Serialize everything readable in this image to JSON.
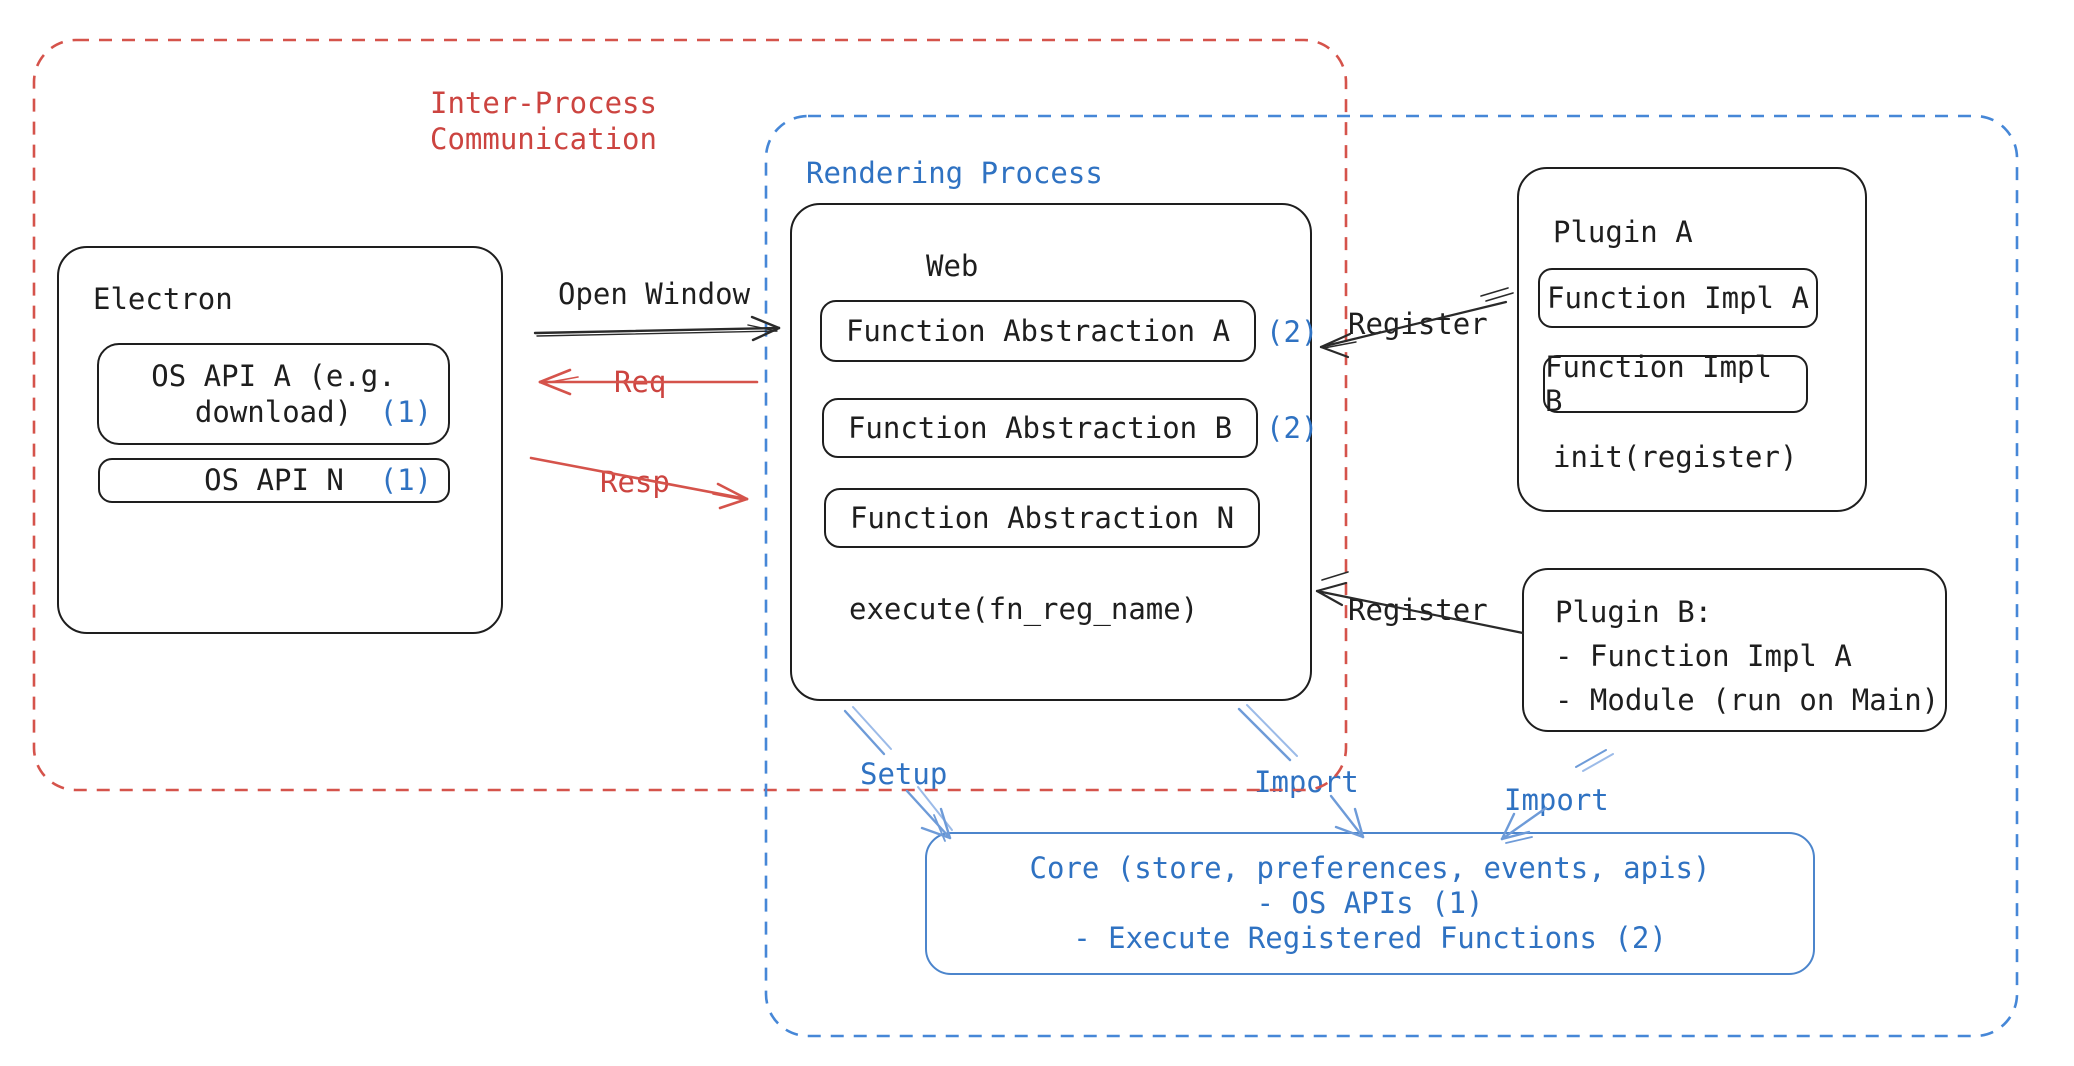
{
  "colors": {
    "ink": "#1e1e1e",
    "red": "#cc4440",
    "red_line": "#d5534b",
    "blue": "#2f72c2",
    "blue_border": "#4c85cc",
    "blue_dash": "#4687d7",
    "blue_arrow": "#6e9bd8"
  },
  "groups": {
    "ipc": {
      "label_line1": "Inter-Process",
      "label_line2": "Communication"
    },
    "rendering": {
      "label": "Rendering Process"
    }
  },
  "electron": {
    "title": "Electron",
    "os_api_a_line1": "OS API A (e.g.",
    "os_api_a_line2": "download)",
    "os_api_a_ref": "(1)",
    "os_api_n": "OS API N",
    "os_api_n_ref": "(1)"
  },
  "web": {
    "title": "Web",
    "fn_abs_a": "Function Abstraction A",
    "fn_abs_a_ref": "(2)",
    "fn_abs_b": "Function Abstraction B",
    "fn_abs_b_ref": "(2)",
    "fn_abs_n": "Function Abstraction N",
    "execute": "execute(fn_reg_name)"
  },
  "plugin_a": {
    "title": "Plugin A",
    "impl_a": "Function Impl A",
    "impl_b": "Function Impl B",
    "init": "init(register)"
  },
  "plugin_b": {
    "line1": "Plugin B:",
    "line2": "- Function Impl A",
    "line3": "- Module (run on Main)"
  },
  "core": {
    "line1": "Core (store, preferences, events, apis)",
    "line2": "- OS APIs (1)",
    "line3": "- Execute Registered Functions (2)"
  },
  "arrows": {
    "open_window": "Open Window",
    "req": "Req",
    "resp": "Resp",
    "register_top": "Register",
    "register_bottom": "Register",
    "setup": "Setup",
    "import_mid": "Import",
    "import_right": "Import"
  }
}
